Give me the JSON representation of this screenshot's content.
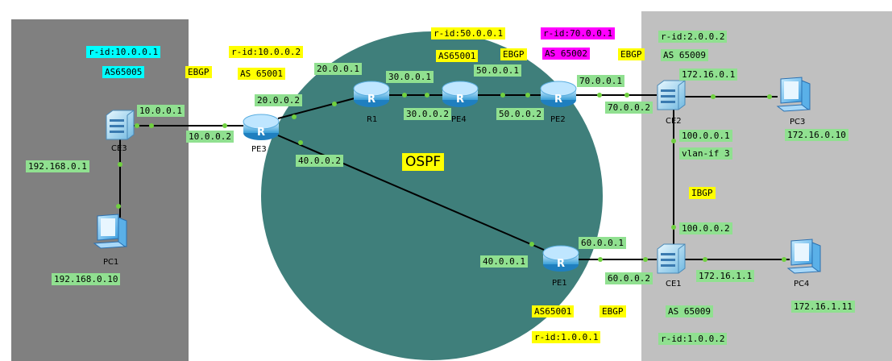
{
  "ospf_label": "OSPF",
  "devices": {
    "ce3": "CE3",
    "pc1": "PC1",
    "pe3": "PE3",
    "r1": "R1",
    "pe4": "PE4",
    "pe2": "PE2",
    "pe1": "PE1",
    "ce2": "CE2",
    "ce1": "CE1",
    "pc3": "PC3",
    "pc4": "PC4"
  },
  "labels": {
    "ce3_rid": "r-id:10.0.0.1",
    "ce3_as": "AS65005",
    "ebgp_left": "EBGP",
    "ce3_ip": "10.0.0.1",
    "ce3_lan": "192.168.0.1",
    "pc1_ip": "192.168.0.10",
    "pe3_rid": "r-id:10.0.0.2",
    "pe3_as": "AS 65001",
    "pe3_ip_ce3": "10.0.0.2",
    "pe3_ip_r1": "20.0.0.2",
    "pe3_ip_pe1": "40.0.0.2",
    "r1_ip_pe3": "20.0.0.1",
    "r1_ip_pe4": "30.0.0.1",
    "pe4_rid": "r-id:50.0.0.1",
    "pe4_as": "AS65001",
    "ebgp_mid": "EBGP",
    "pe4_ip_r1": "30.0.0.2",
    "pe4_ip_pe2": "50.0.0.1",
    "pe2_rid": "r-id:70.0.0.1",
    "pe2_as": "AS 65002",
    "ebgp_right": "EBGP",
    "pe2_ip_pe4": "50.0.0.2",
    "pe2_ip_ce2": "70.0.0.1",
    "ce2_rid": "r-id:2.0.0.2",
    "ce2_as": "AS 65009",
    "ce2_ip_pe2": "70.0.0.2",
    "ce2_ip_pc3": "172.16.0.1",
    "pc3_ip": "172.16.0.10",
    "ce2_ip_ce1": "100.0.0.1",
    "vlanif": "vlan-if 3",
    "ibgp": "IBGP",
    "ce1_ip_ce2": "100.0.0.2",
    "pe1_ip_pe3": "40.0.0.1",
    "pe1_ip_ce1": "60.0.0.1",
    "ce1_ip_pe1": "60.0.0.2",
    "ce1_ip_pc4": "172.16.1.1",
    "pc4_ip": "172.16.1.11",
    "pe1_as": "AS65001",
    "ebgp_bottom": "EBGP",
    "pe1_rid": "r-id:1.0.0.1",
    "ce1_as": "AS 65009",
    "ce1_rid": "r-id:1.0.0.2"
  },
  "colors": {
    "left_region": "#808080",
    "right_region": "#c0c0c0",
    "ospf_area": "#3f7f7b",
    "link": "#000000",
    "port": "#70d040"
  }
}
